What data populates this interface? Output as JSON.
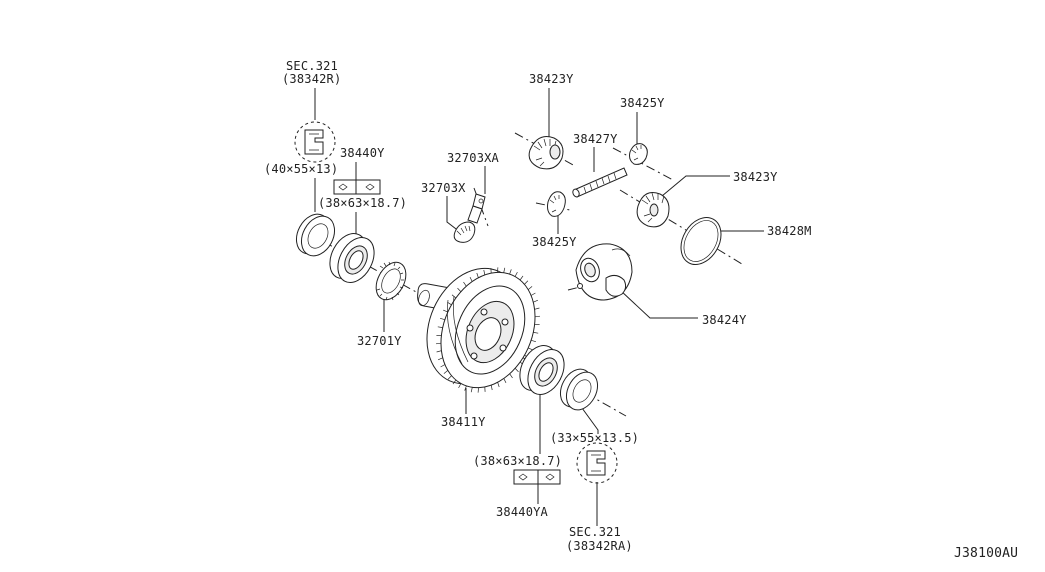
{
  "labels": {
    "sec321_top": "SEC.321",
    "sec321_top_sub": "(38342R)",
    "seal_top_size": "(40×55×13)",
    "p38440y": "38440Y",
    "bearing_top_size": "(38×63×18.7)",
    "p32703xa": "32703XA",
    "p32703x": "32703X",
    "p32701y": "32701Y",
    "p38411y": "38411Y",
    "p38423y_top": "38423Y",
    "p38425y_top": "38425Y",
    "p38427y": "38427Y",
    "p38423y_right": "38423Y",
    "p38425y_mid": "38425Y",
    "p38428m": "38428M",
    "p38424y": "38424Y",
    "seal_bottom_size": "(33×55×13.5)",
    "bearing_bottom_size": "(38×63×18.7)",
    "p38440ya": "38440YA",
    "sec321_bottom": "SEC.321",
    "sec321_bottom_sub": "(38342RA)",
    "diagram_id": "J38100AU"
  },
  "colors": {
    "ink": "#222222",
    "background": "#ffffff",
    "shade": "#ececec"
  }
}
